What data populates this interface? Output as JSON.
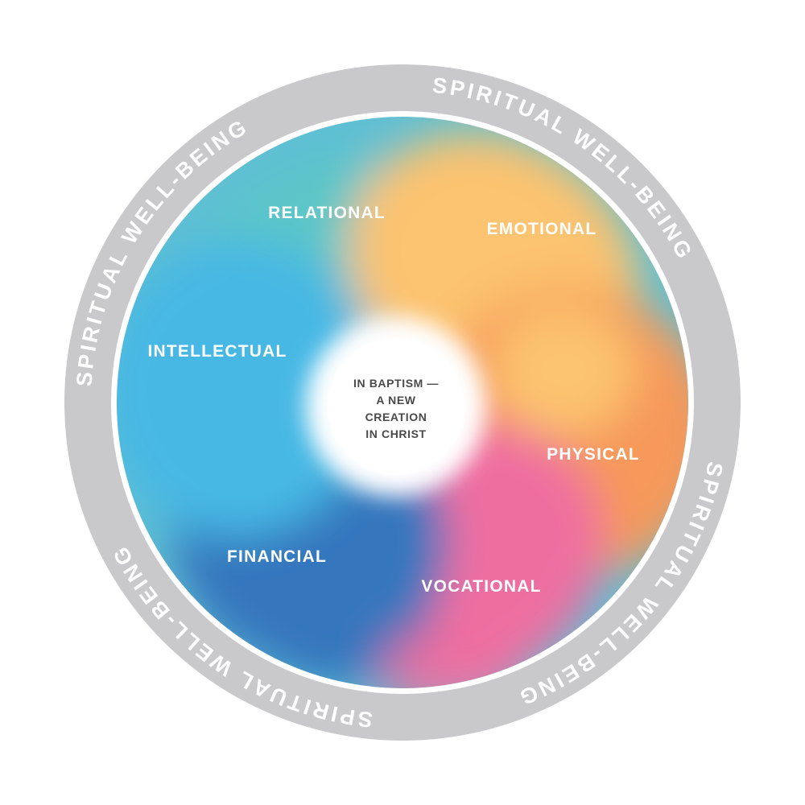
{
  "outer_ring": {
    "text": "SPIRITUAL WELL-BEING",
    "color": "#c9c9cb",
    "text_color": "#ffffff"
  },
  "segments": [
    {
      "label": "RELATIONAL",
      "color": "#5cc6c8"
    },
    {
      "label": "EMOTIONAL",
      "color": "#fcc36f"
    },
    {
      "label": "PHYSICAL",
      "color": "#f6995a"
    },
    {
      "label": "VOCATIONAL",
      "color": "#ef6ea0"
    },
    {
      "label": "FINANCIAL",
      "color": "#3576bd"
    },
    {
      "label": "INTELLECTUAL",
      "color": "#46b8e4"
    }
  ],
  "center": {
    "lines": [
      "IN BAPTISM —",
      "A NEW",
      "CREATION",
      "IN CHRIST"
    ],
    "color": "#ffffff",
    "text_color": "#4a4a4a"
  }
}
